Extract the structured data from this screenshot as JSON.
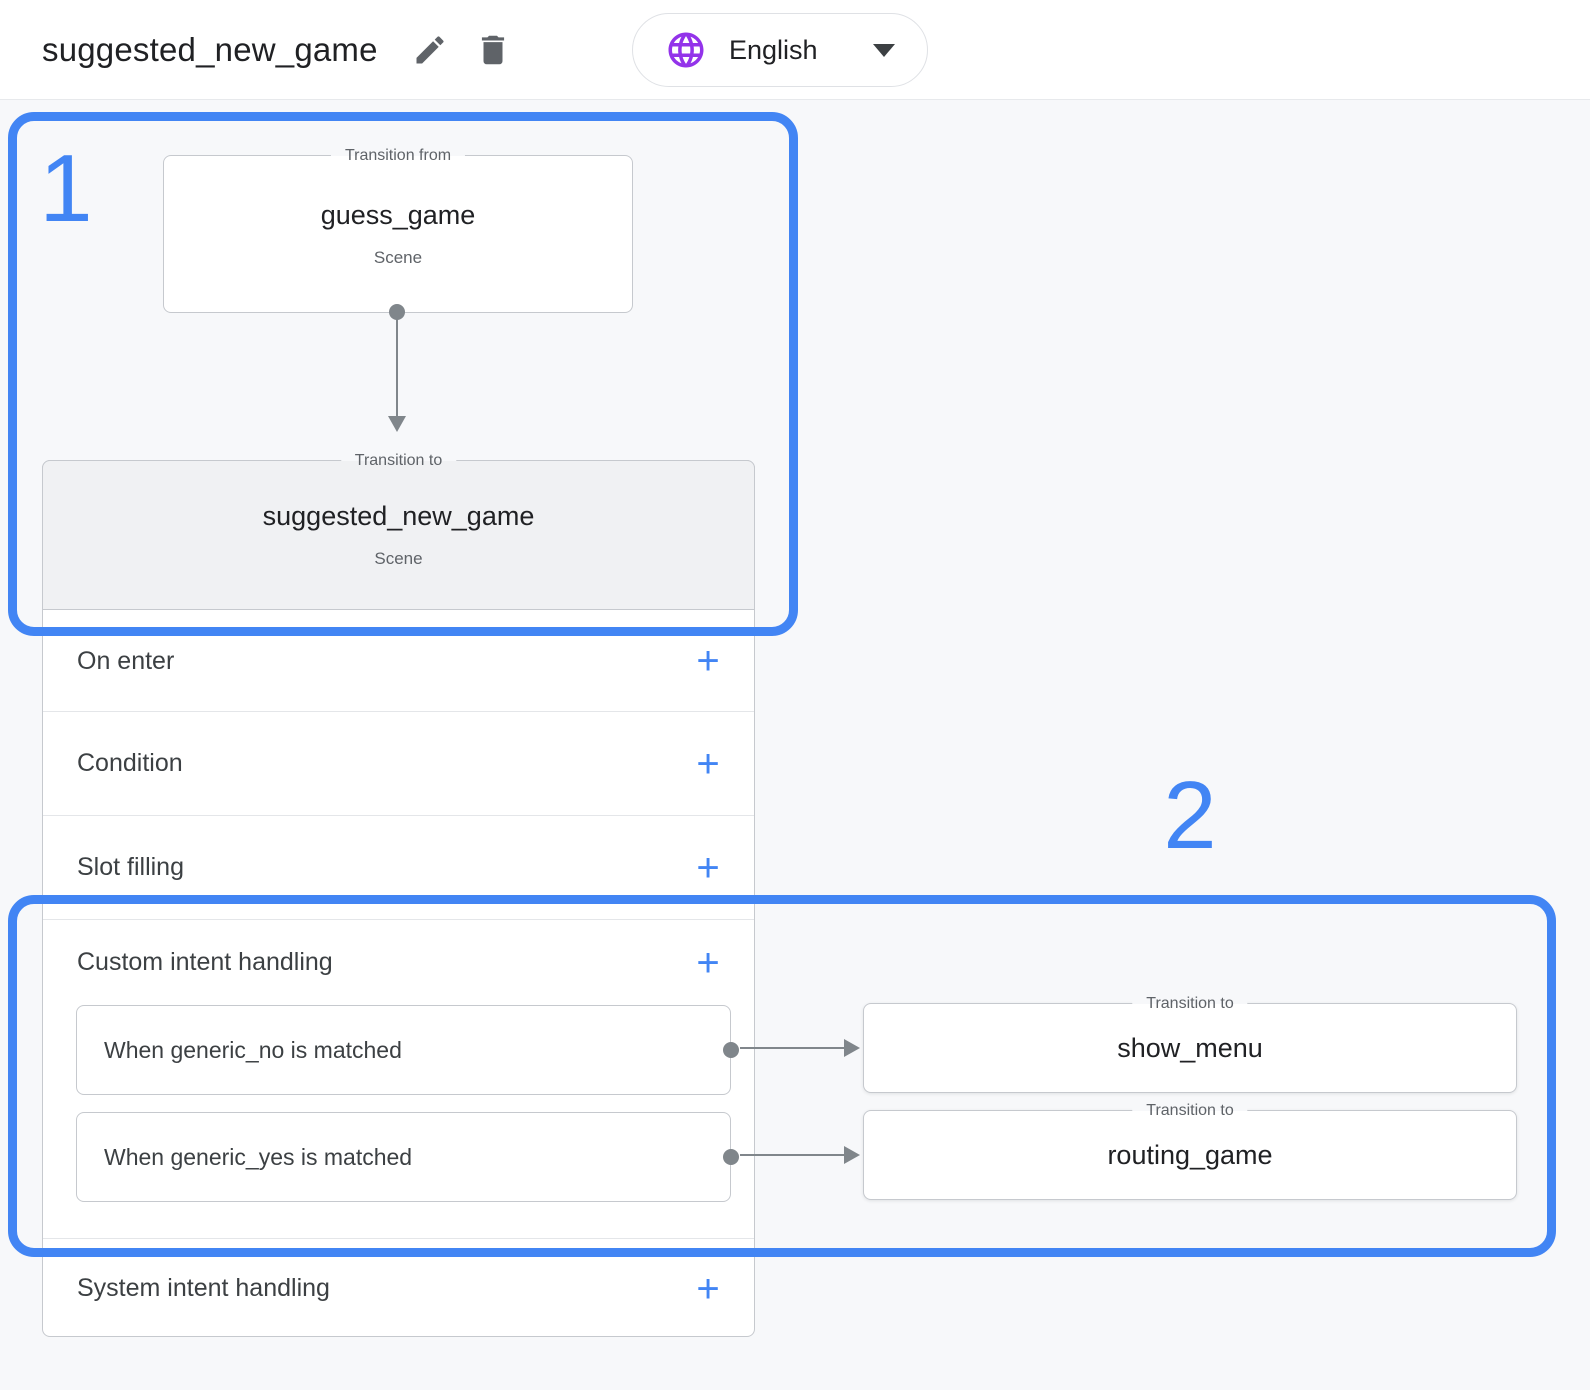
{
  "header": {
    "title": "suggested_new_game",
    "edit_tooltip": "edit",
    "delete_tooltip": "delete",
    "language": "English"
  },
  "annotations": {
    "step1": "1",
    "step2": "2"
  },
  "flow": {
    "transition_from": {
      "legend": "Transition from",
      "name": "guess_game",
      "type": "Scene"
    },
    "transition_to": {
      "legend": "Transition to",
      "name": "suggested_new_game",
      "type": "Scene"
    }
  },
  "panel": {
    "sections": [
      {
        "label": "On enter"
      },
      {
        "label": "Condition"
      },
      {
        "label": "Slot filling"
      }
    ],
    "custom_intent": {
      "label": "Custom intent handling",
      "handlers": [
        {
          "when": "When generic_no is matched",
          "transition": {
            "legend": "Transition to",
            "target": "show_menu"
          }
        },
        {
          "when": "When generic_yes is matched",
          "transition": {
            "legend": "Transition to",
            "target": "routing_game"
          }
        }
      ]
    },
    "system_intent": {
      "label": "System intent handling"
    }
  },
  "icons": {
    "add": "+"
  },
  "colors": {
    "annotation_blue": "#4285f4",
    "globe_purple": "#9333ea",
    "connector_gray": "#80868b"
  }
}
